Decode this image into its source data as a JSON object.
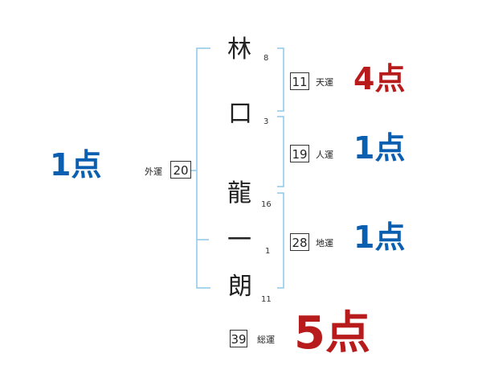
{
  "name": {
    "characters": [
      {
        "char": "林",
        "strokes": "8"
      },
      {
        "char": "口",
        "strokes": "3"
      },
      {
        "char": "龍",
        "strokes": "16"
      },
      {
        "char": "一",
        "strokes": "1"
      },
      {
        "char": "朗",
        "strokes": "11"
      }
    ]
  },
  "fortunes": {
    "tenkaku": {
      "value": "11",
      "label": "天運",
      "score": "4点"
    },
    "jinkaku": {
      "value": "19",
      "label": "人運",
      "score": "1点"
    },
    "chikaku": {
      "value": "28",
      "label": "地運",
      "score": "1点"
    },
    "gaikaku": {
      "value": "20",
      "label": "外運",
      "score": "1点"
    },
    "soukaku": {
      "value": "39",
      "label": "総運",
      "score": "5点"
    }
  },
  "colors": {
    "bracket": "#8fc6e8",
    "score_high": "#b81b1b",
    "score_low": "#0a5fb0"
  }
}
